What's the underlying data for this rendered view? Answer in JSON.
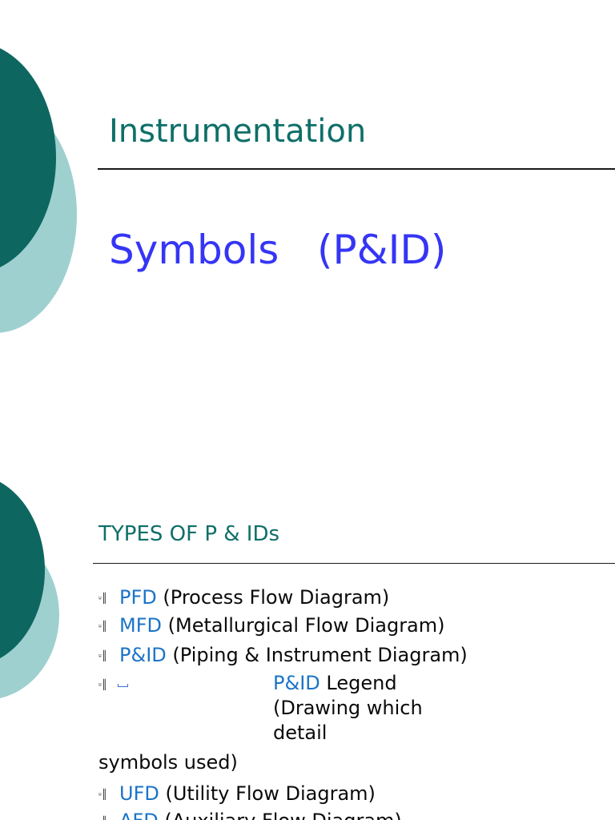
{
  "colors": {
    "teal_dark": "#0e6f68",
    "teal_light": "#9fd0d0",
    "blue_title": "#3535f5",
    "term_blue": "#1b74c7"
  },
  "slide1": {
    "title": "Instrumentation",
    "subtitle_part1": "Symbols",
    "subtitle_part2": "(P&ID)"
  },
  "slide2": {
    "title": "TYPES OF P & IDs",
    "bullet_icon": "arrow-bullet-icon",
    "items": [
      {
        "term": "PFD",
        "desc": "(Process Flow Diagram)"
      },
      {
        "term": "MFD",
        "desc": "(Metallurgical Flow Diagram)"
      },
      {
        "term": "P&ID",
        "desc": "(Piping & Instrument Diagram)"
      },
      {
        "term": "P&ID",
        "desc_line1": "Legend",
        "desc_line2": "(Drawing which",
        "desc_line3": "detail",
        "desc_tail": "symbols used)"
      },
      {
        "term": "UFD",
        "desc": "(Utility Flow Diagram)"
      },
      {
        "term": "AFD",
        "desc": "(Auxiliary Flow Diagram)"
      }
    ]
  }
}
